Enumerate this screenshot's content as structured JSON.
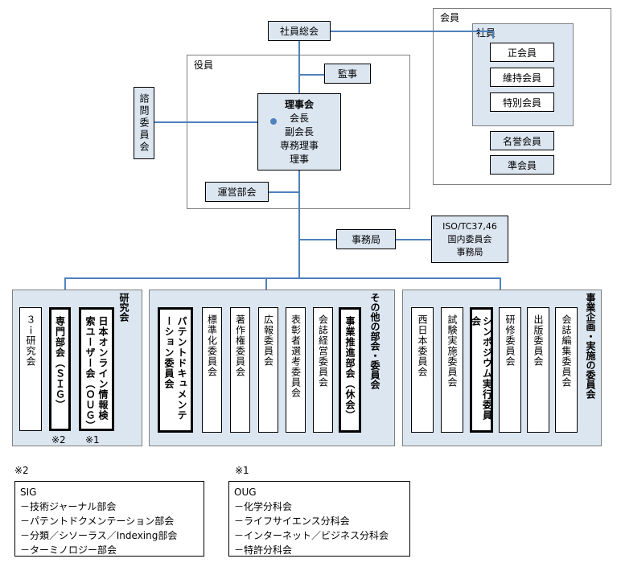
{
  "top": {
    "general_assembly": "社員総会"
  },
  "members": {
    "title": "会員",
    "employees_title": "社員",
    "employee_types": [
      "正会員",
      "維持会員",
      "特別会員"
    ],
    "other_types": [
      "名誉会員",
      "準会員"
    ]
  },
  "officers": {
    "title": "役員",
    "auditor": "監事",
    "board_title": "理事会",
    "board_roles": [
      "会長",
      "副会長",
      "専務理事",
      "理事"
    ],
    "advisory": "諮問委員会",
    "operations": "運営部会"
  },
  "office": {
    "secretariat": "事務局",
    "iso_lines": [
      "ISO/TC37,46",
      "国内委員会",
      "事務局"
    ]
  },
  "research": {
    "title": "研究会",
    "items": [
      {
        "label": "３ｉ研究会",
        "bold": false,
        "note": ""
      },
      {
        "label": "専門部会（ＳＩＧ）",
        "bold": true,
        "note": "※2"
      },
      {
        "label": "日本オンライン情報検索ユーザー会（ＯＵＧ）",
        "bold": true,
        "note": "※1"
      }
    ]
  },
  "others": {
    "title": "その他の部会・委員会",
    "items": [
      {
        "label": "パテントドキュメンテーション委員会",
        "bold": true
      },
      {
        "label": "標準化委員会",
        "bold": false
      },
      {
        "label": "著作権委員会",
        "bold": false
      },
      {
        "label": "広報委員会",
        "bold": false
      },
      {
        "label": "表彰者選考委員会",
        "bold": false
      },
      {
        "label": "会誌経営委員会",
        "bold": false
      },
      {
        "label": "事業推進部会（休会）",
        "bold": true
      }
    ]
  },
  "projects": {
    "title": "事業企画・実施の委員会",
    "items": [
      {
        "label": "西日本委員会",
        "bold": false
      },
      {
        "label": "試験実施委員会",
        "bold": false
      },
      {
        "label": "シンポジウム実行委員会",
        "bold": true
      },
      {
        "label": "研修委員会",
        "bold": false
      },
      {
        "label": "出版委員会",
        "bold": false
      },
      {
        "label": "会誌編集委員会",
        "bold": false
      }
    ]
  },
  "legend_sig": {
    "mark": "※2",
    "title": "SIG",
    "items": [
      "－技術ジャーナル部会",
      "－パテントドクメンテーション部会",
      "－分類／シソーラス／Indexing部会",
      "－ターミノロジー部会"
    ]
  },
  "legend_oug": {
    "mark": "※1",
    "title": "OUG",
    "items": [
      "－化学分科会",
      "－ライフサイエンス分科会",
      "－インターネット／ビジネス分科会",
      "－特許分科会"
    ]
  }
}
